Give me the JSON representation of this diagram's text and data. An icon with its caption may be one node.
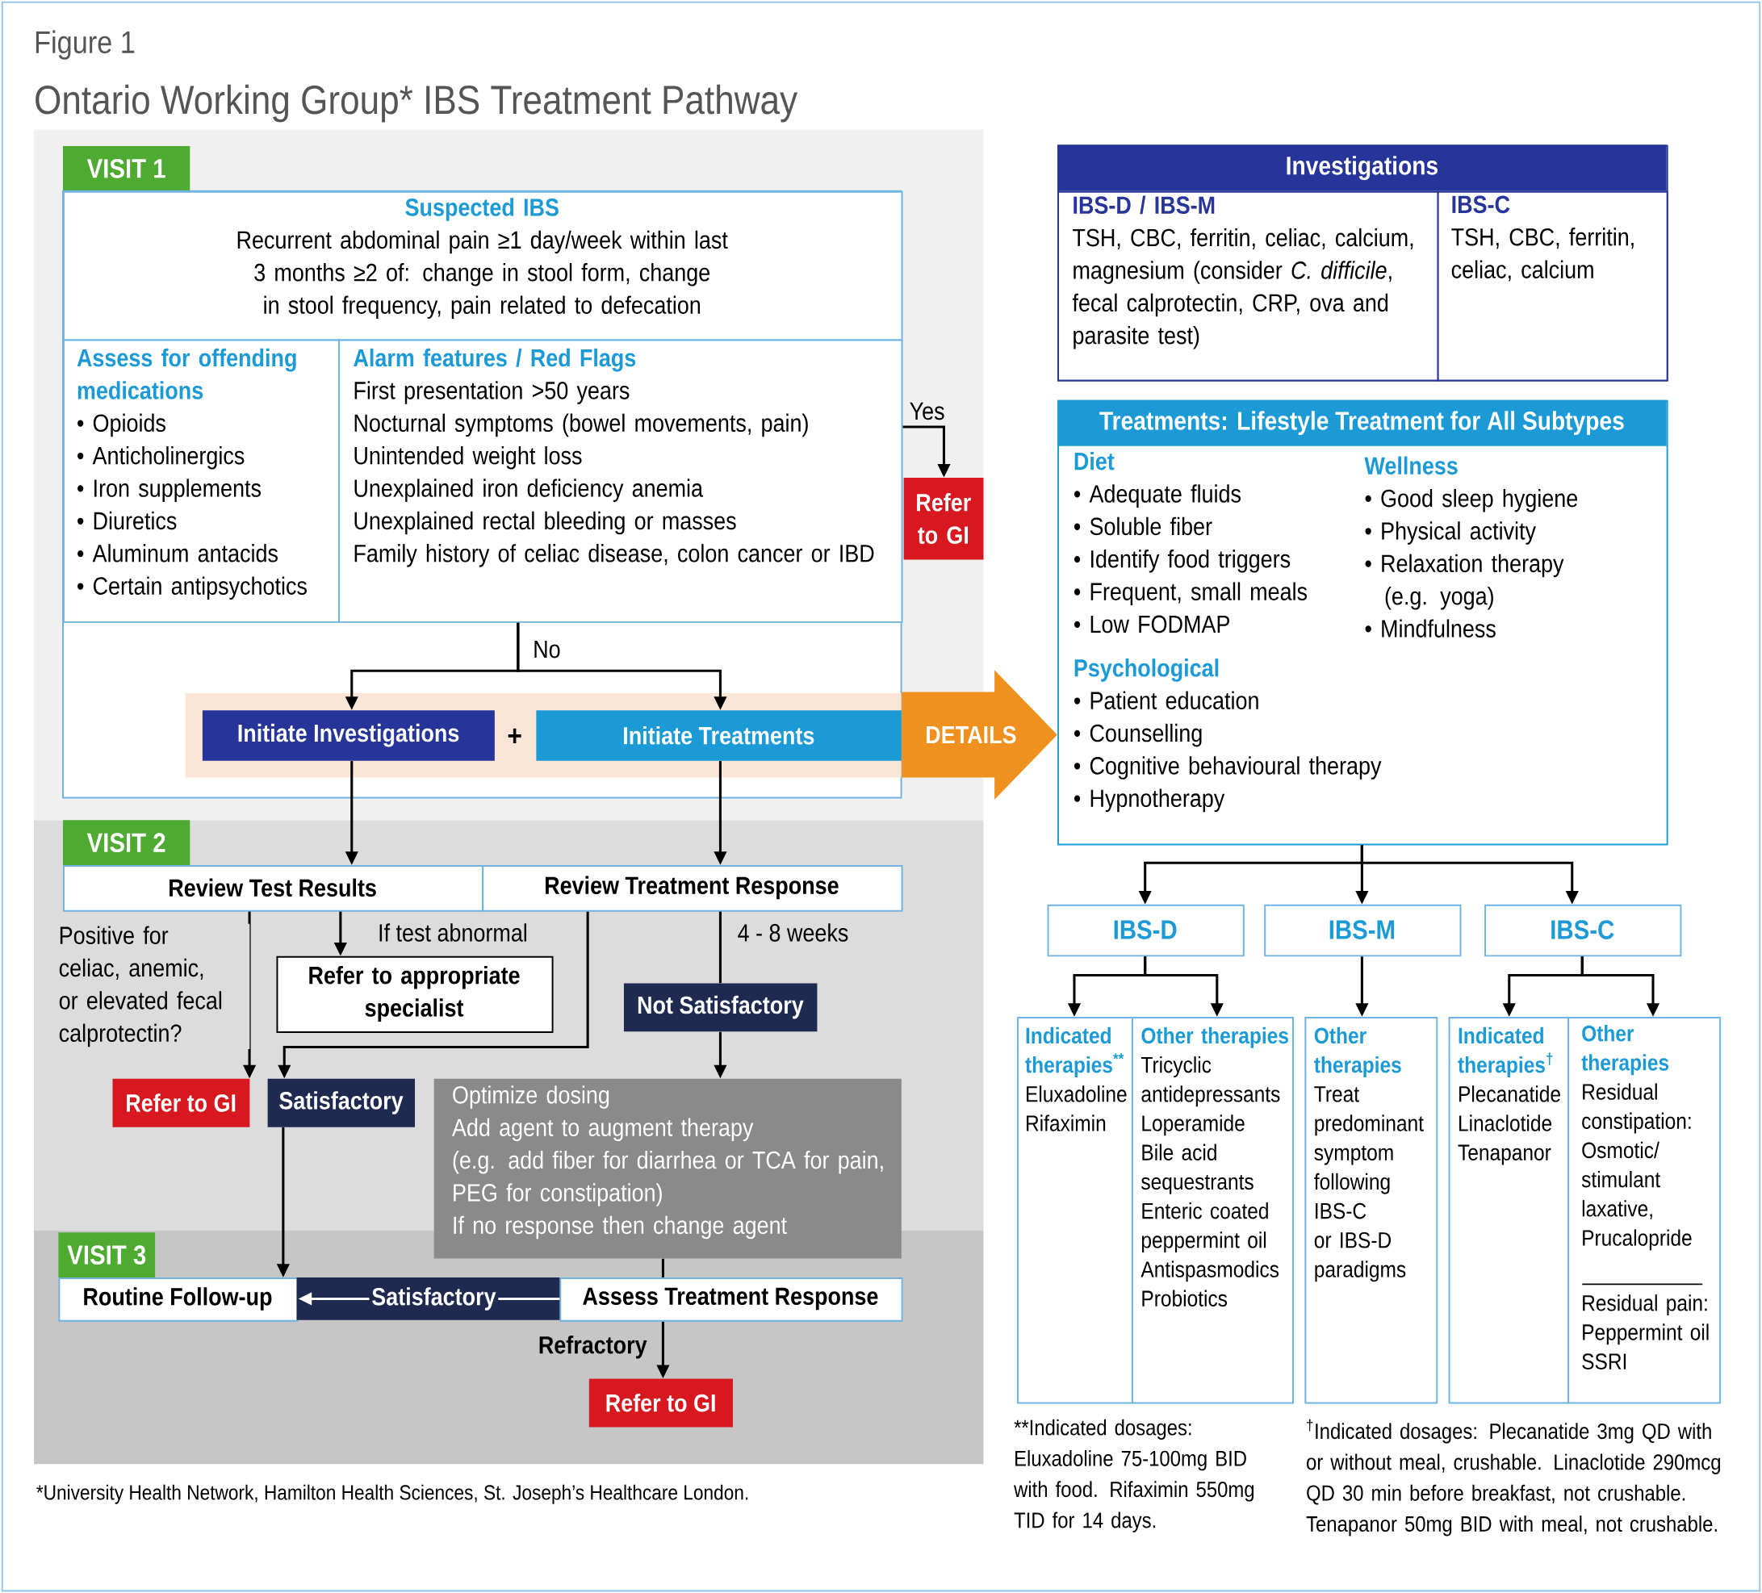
{
  "diagram": {
    "title": "Ontario Working Group* IBS Treatment Pathway",
    "nodes": [
      {
        "text": [
          "VISIT 1"
        ]
      },
      {
        "text": [
          "Suspected IBS",
          "Recurrent abdominal pain ≥1 day/week within last 3 months ≥2 of: change in stool form, change in stool frequency, pain related to defecation"
        ],
        "in": 0
      },
      {
        "text": [
          "Assess for offending medications",
          "• Opioids",
          "• Anticholinergics",
          "• Iron supplements",
          "• Diuretics",
          "• Aluminum antacids",
          "• Certain antipsychotics"
        ],
        "in": 0
      },
      {
        "text": [
          "Alarm features / Red Flags",
          "First presentation >50 years",
          "Nocturnal symptoms (bowel movements, pain)",
          "Unintended weight loss",
          "Unexplained iron deficiency anemia",
          "Unexplained rectal bleeding or masses",
          "Family history of celiac disease, colon cancer or IBD"
        ],
        "in": 0
      },
      {
        "text": [
          "Refer to GI"
        ],
        "in": 0
      },
      {
        "text": [
          "Initiate Investigations"
        ],
        "in": 0
      },
      {
        "text": [
          "Initiate Treatments"
        ],
        "in": 0
      },
      {
        "text": [
          "VISIT 2"
        ]
      },
      {
        "text": [
          "Review Test Results"
        ],
        "in": 7
      },
      {
        "text": [
          "Review Treatment Response"
        ],
        "in": 7
      },
      {
        "text": [
          "Refer to GI"
        ],
        "in": 7
      },
      {
        "text": [
          "Refer to appropriate specialist"
        ],
        "in": 7
      },
      {
        "text": [
          "Satisfactory"
        ],
        "in": 7
      },
      {
        "text": [
          "Not Satisfactory"
        ],
        "in": 7
      },
      {
        "text": [
          "Optimize dosing",
          "Add agent to augment therapy",
          "(e.g. add fiber for diarrhea or TCA for pain, PEG for constipation)",
          "If no response then change agent"
        ]
      },
      {
        "text": [
          "VISIT 3"
        ]
      },
      {
        "text": [
          "Routine Follow-up"
        ],
        "in": 15
      },
      {
        "text": [
          "Assess Treatment Response"
        ],
        "in": 15
      },
      {
        "text": [
          "Refer to GI"
        ],
        "in": 15
      },
      {
        "text": [
          "Investigations"
        ]
      },
      {
        "text": [
          "IBS-D / IBS-M",
          "TSH, CBC, ferritin, celiac, calcium, magnesium (consider *C. difficile*, fecal calprotectin, CRP, ova and parasite test)"
        ],
        "in": 19
      },
      {
        "text": [
          "IBS-C",
          "TSH, CBC, ferritin, celiac, calcium"
        ],
        "in": 19
      },
      {
        "text": [
          "Treatments: Lifestyle Treatment for All Subtypes",
          "Diet",
          "• Adequate fluids",
          "• Soluble fiber",
          "• Identify food triggers",
          "• Frequent, small meals",
          "• Low FODMAP",
          "Wellness",
          "• Good sleep hygiene",
          "• Physical activity",
          "• Relaxation therapy (e.g. yoga)",
          "• Mindfulness",
          "Psychological",
          "• Patient education",
          "• Counselling",
          "• Cognitive behavioural therapy",
          "• Hypnotherapy"
        ]
      },
      {
        "text": [
          "IBS-D"
        ]
      },
      {
        "text": [
          "IBS-M"
        ]
      },
      {
        "text": [
          "IBS-C"
        ]
      },
      {
        "text": [
          "Indicated therapies$^{**}$",
          "Eluxadoline",
          "Rifaximin"
        ]
      },
      {
        "text": [
          "Other therapies",
          "Tricyclic antidepressants",
          "Loperamide",
          "Bile acid sequestrants",
          "Enteric coated peppermint oil",
          "Antispasmodics",
          "Probiotics"
        ]
      },
      {
        "text": [
          "Other therapies",
          "Treat predominant symptom following IBS-C or IBS-D paradigms"
        ]
      },
      {
        "text": [
          "Indicated therapies$^{†}$",
          "Plecanatide",
          "Linaclotide",
          "Tenapanor"
        ]
      },
      {
        "text": [
          "Other therapies",
          "Residual constipation:",
          "Osmotic/ stimulant laxative,",
          "Prucalopride",
          "Residual pain:",
          "Peppermint oil",
          "SSRI"
        ]
      }
    ],
    "edges": [
      {
        "from": 3,
        "to": 4,
        "arrow": "to",
        "label": "Yes"
      },
      {
        "from": 3,
        "to": 5,
        "arrow": "to",
        "label": "No"
      },
      {
        "from": 3,
        "to": 6,
        "arrow": "to"
      },
      {
        "from": 6,
        "to": 22,
        "arrow": "to",
        "label": "DETAILS",
        "style": "thick",
        "color": "#f0901e"
      },
      {
        "from": 5,
        "to": 8,
        "arrow": "to"
      },
      {
        "from": 6,
        "to": 9,
        "arrow": "to"
      },
      {
        "from": 8,
        "to": 10,
        "arrow": "to",
        "label": "Positive for celiac, anemic, or elevated fecal calprotectin?"
      },
      {
        "from": 8,
        "to": 11,
        "arrow": "to",
        "label": "If test abnormal"
      },
      {
        "from": 9,
        "to": 12,
        "arrow": "to"
      },
      {
        "from": 9,
        "to": 13,
        "arrow": "none",
        "label": "4 - 8 weeks"
      },
      {
        "from": 13,
        "to": 14,
        "arrow": "to"
      },
      {
        "from": 12,
        "to": 16,
        "arrow": "to"
      },
      {
        "from": 14,
        "to": 17,
        "arrow": "none"
      },
      {
        "from": 17,
        "to": 18,
        "arrow": "to",
        "label": "Refractory"
      },
      {
        "from": 17,
        "to": 16,
        "arrow": "to",
        "label": "Satisfactory",
        "color": "#ffffff"
      },
      {
        "from": 22,
        "to": 23,
        "arrow": "to"
      },
      {
        "from": 22,
        "to": 24,
        "arrow": "to"
      },
      {
        "from": 22,
        "to": 25,
        "arrow": "to"
      },
      {
        "from": 23,
        "to": 26,
        "arrow": "to"
      },
      {
        "from": 23,
        "to": 27,
        "arrow": "to"
      },
      {
        "from": 24,
        "to": 28,
        "arrow": "to"
      },
      {
        "from": 25,
        "to": 29,
        "arrow": "to"
      },
      {
        "from": 25,
        "to": 30,
        "arrow": "to"
      }
    ],
    "labels": [
      "Figure 1",
      "+",
      "*University Health Network, Hamilton Health Sciences, St. Joseph’s Healthcare London.",
      "**Indicated dosages: Eluxadoline 75-100mg BID with food. Rifaximin 550mg TID for 14 days.",
      "$^{†}$Indicated dosages: Plecanatide 3mg QD with or without meal, crushable. Linaclotide 290mcg QD 30 min before breakfast, not crushable. Tenapanor 50mg BID with meal, not crushable."
    ]
  }
}
